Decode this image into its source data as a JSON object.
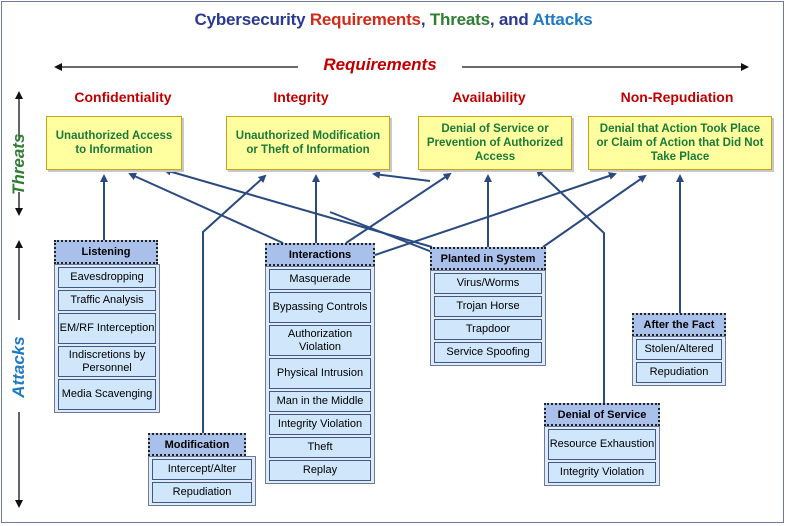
{
  "title": {
    "part1": "Cybersecurity ",
    "part2": "Requirements",
    "part3": ", ",
    "part4": "Threats",
    "part5": ", and ",
    "part6": "Attacks"
  },
  "colors": {
    "navy": "#2b3990",
    "red": "#d12b1a",
    "green": "#2e7d32",
    "blue": "#1f7ac4",
    "threat_fill": "#ffffa0",
    "arrow": "#2a4a80"
  },
  "axis": {
    "requirements": "Requirements",
    "threats": "Threats",
    "attacks": "Attacks"
  },
  "requirements": [
    "Confidentiality",
    "Integrity",
    "Availability",
    "Non-Repudiation"
  ],
  "threats": [
    "Unauthorized Access to Information",
    "Unauthorized Modification or Theft of Information",
    "Denial of Service or Prevention of Authorized Access",
    "Denial that Action Took Place or Claim of Action that Did Not Take Place"
  ],
  "attacks": {
    "listening": {
      "label": "Listening",
      "items": [
        "Eavesdropping",
        "Traffic Analysis",
        "EM/RF Interception",
        "Indiscretions by Personnel",
        "Media Scavenging"
      ]
    },
    "modification": {
      "label": "Modification",
      "items": [
        "Intercept/Alter",
        "Repudiation"
      ]
    },
    "interactions": {
      "label": "Interactions",
      "items": [
        "Masquerade",
        "Bypassing Controls",
        "Authorization Violation",
        "Physical Intrusion",
        "Man in the Middle",
        "Integrity Violation",
        "Theft",
        "Replay"
      ]
    },
    "planted": {
      "label": "Planted in System",
      "items": [
        "Virus/Worms",
        "Trojan Horse",
        "Trapdoor",
        "Service Spoofing"
      ]
    },
    "dos": {
      "label": "Denial of Service",
      "items": [
        "Resource Exhaustion",
        "Integrity Violation"
      ]
    },
    "after": {
      "label": "After the Fact",
      "items": [
        "Stolen/Altered",
        "Repudiation"
      ]
    }
  }
}
